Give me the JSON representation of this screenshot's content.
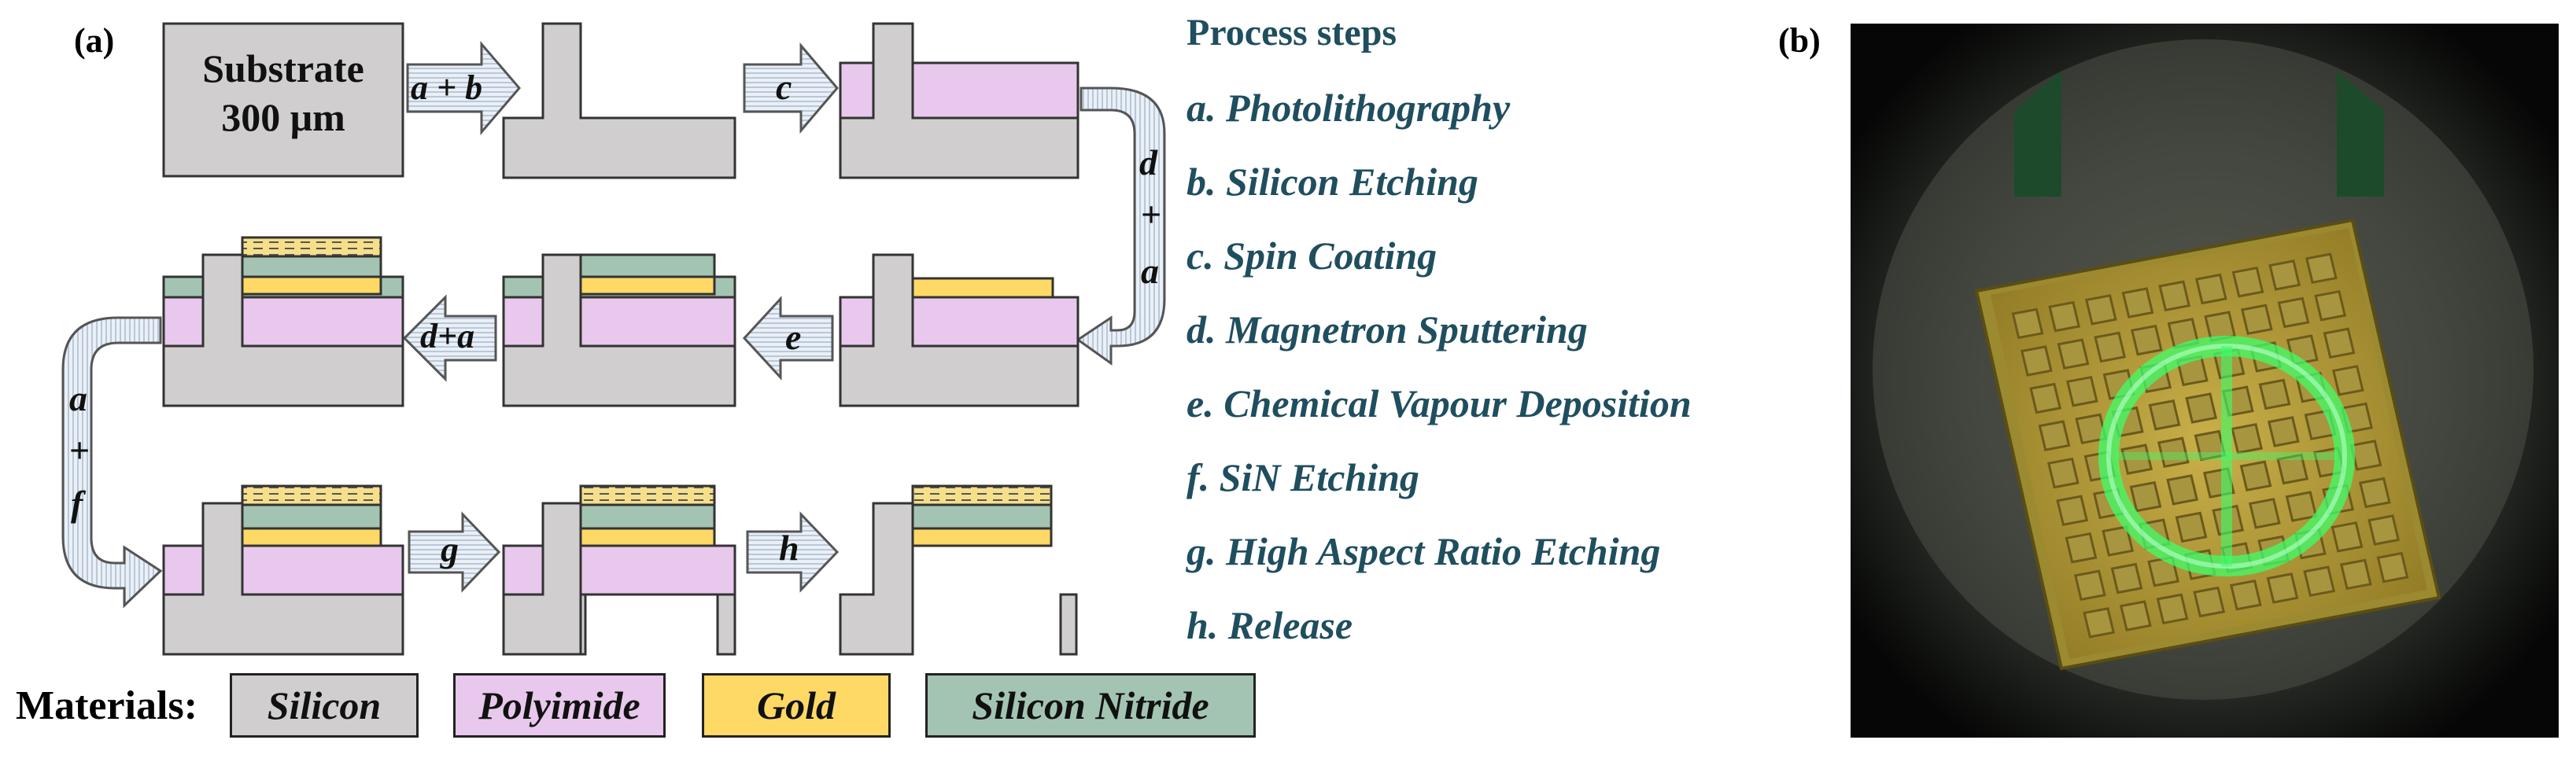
{
  "panels": {
    "a": "(a)",
    "b": "(b)"
  },
  "substrate": {
    "line1": "Substrate",
    "line2": "300 μm"
  },
  "arrows": {
    "ab": "a + b",
    "c": "c",
    "d_top": "d",
    "plus1": "+",
    "a_right": "a",
    "e": "e",
    "da": "d+a",
    "a_left": "a",
    "plus2": "+",
    "f": "f",
    "g": "g",
    "h": "h"
  },
  "process": {
    "title": "Process steps",
    "steps": [
      "a. Photolithography",
      "b. Silicon Etching",
      "c. Spin Coating",
      "d. Magnetron Sputtering",
      "e. Chemical Vapour Deposition",
      "f. SiN Etching",
      "g. High Aspect Ratio Etching",
      "h. Release"
    ]
  },
  "materials": {
    "label": "Materials:",
    "items": [
      "Silicon",
      "Polyimide",
      "Gold",
      "Silicon Nitride"
    ]
  },
  "colors": {
    "silicon": "#d0cece",
    "polyimide": "#e8c8ec",
    "gold": "#ffd966",
    "nitride": "#a3c4b3",
    "arrow_fill": "#dce6f0",
    "text_blue": "#1f4e5f"
  }
}
